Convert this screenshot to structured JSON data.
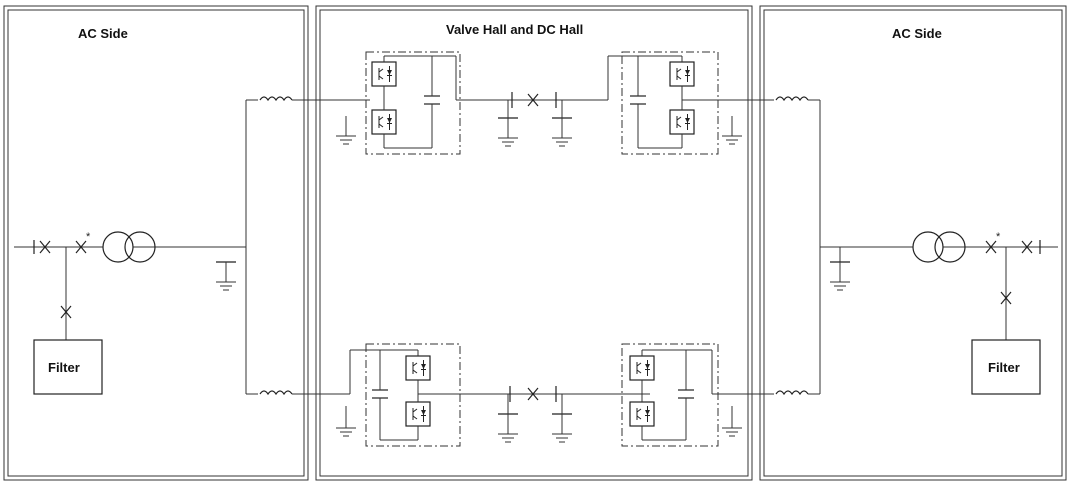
{
  "panels": {
    "left_title": "AC Side",
    "center_title": "Valve Hall and DC Hall",
    "right_title": "AC Side"
  },
  "filters": {
    "left_label": "Filter",
    "right_label": "Filter"
  },
  "marks": {
    "left_breaker_star": "*",
    "right_breaker_star": "*"
  }
}
